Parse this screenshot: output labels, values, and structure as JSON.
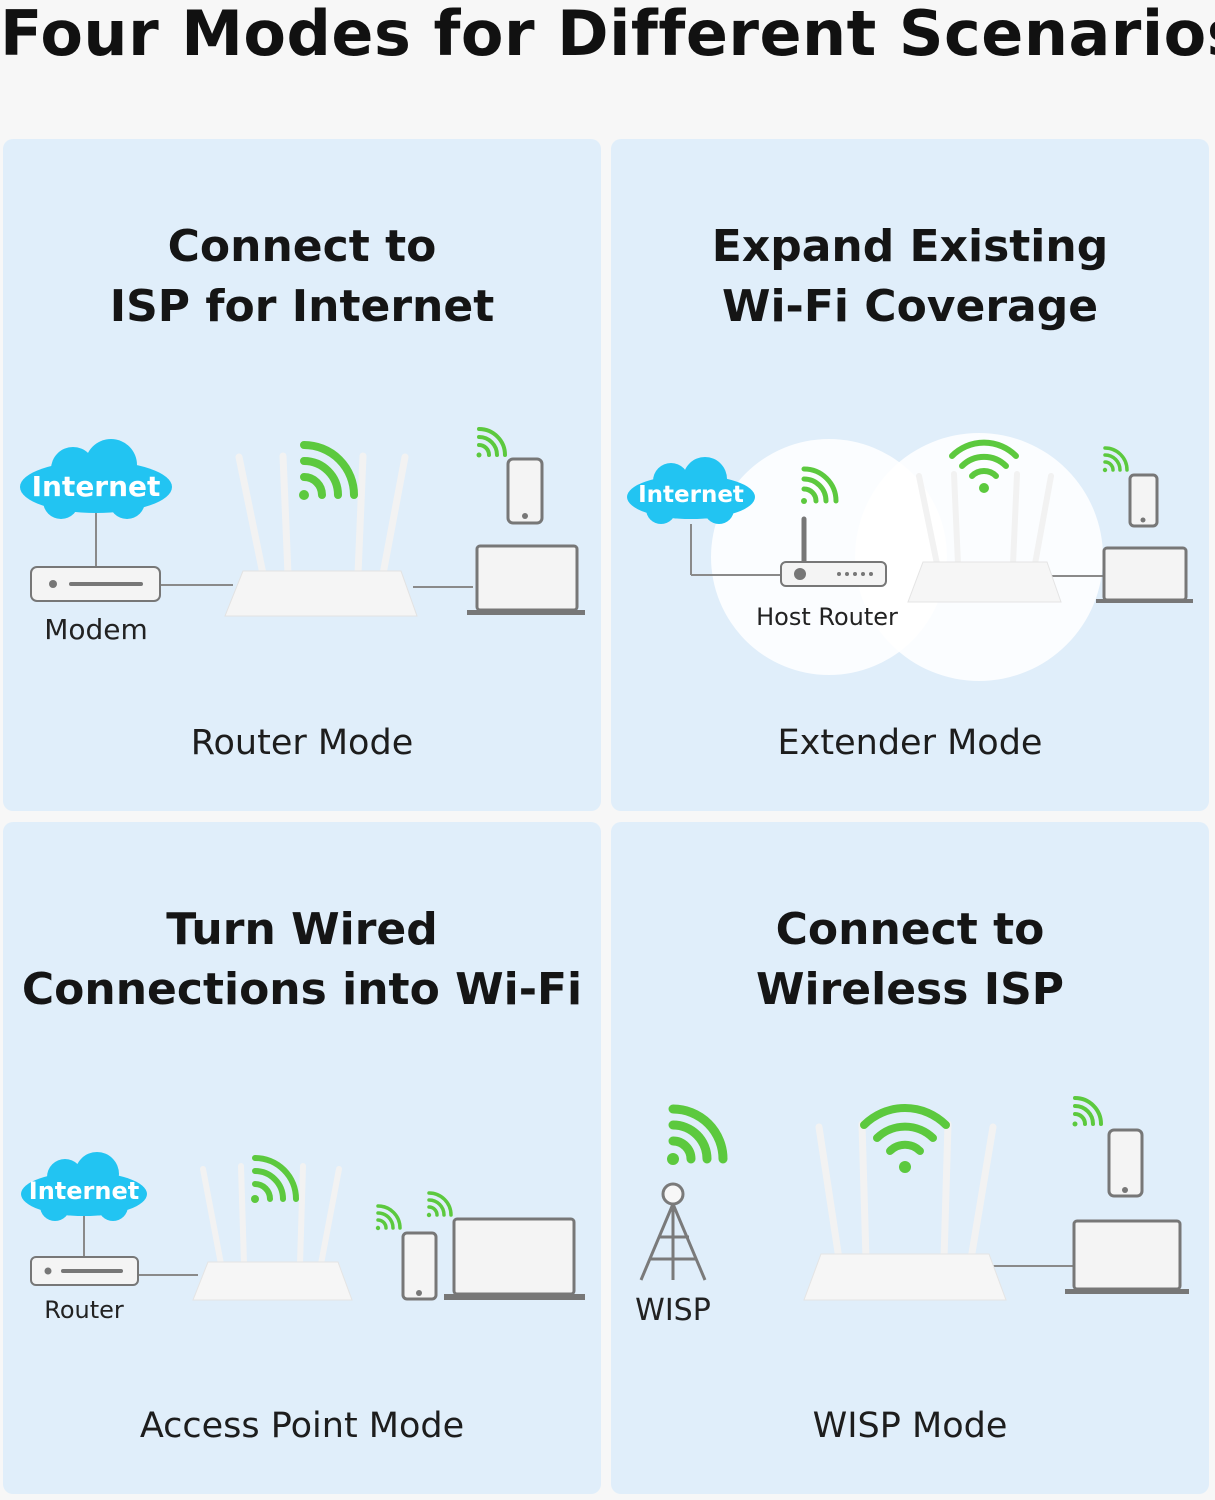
{
  "title": "Four Modes for Different Scenarios",
  "colors": {
    "panel_bg": "#e0eefa",
    "wifi_green": "#5cc93e",
    "cloud_blue": "#22c4f2",
    "device_gray": "#7a7a7a"
  },
  "panels": [
    {
      "heading_line1": "Connect to",
      "heading_line2": "ISP for Internet",
      "mode": "Router Mode",
      "labels": {
        "cloud": "Internet",
        "device": "Modem"
      }
    },
    {
      "heading_line1": "Expand Existing",
      "heading_line2": "Wi-Fi Coverage",
      "mode": "Extender Mode",
      "labels": {
        "cloud": "Internet",
        "device": "Host Router"
      }
    },
    {
      "heading_line1": "Turn Wired",
      "heading_line2": "Connections into Wi-Fi",
      "mode": "Access Point Mode",
      "labels": {
        "cloud": "Internet",
        "device": "Router"
      }
    },
    {
      "heading_line1": "Connect to",
      "heading_line2": "Wireless ISP",
      "mode": "WISP Mode",
      "labels": {
        "device": "WISP"
      }
    }
  ]
}
